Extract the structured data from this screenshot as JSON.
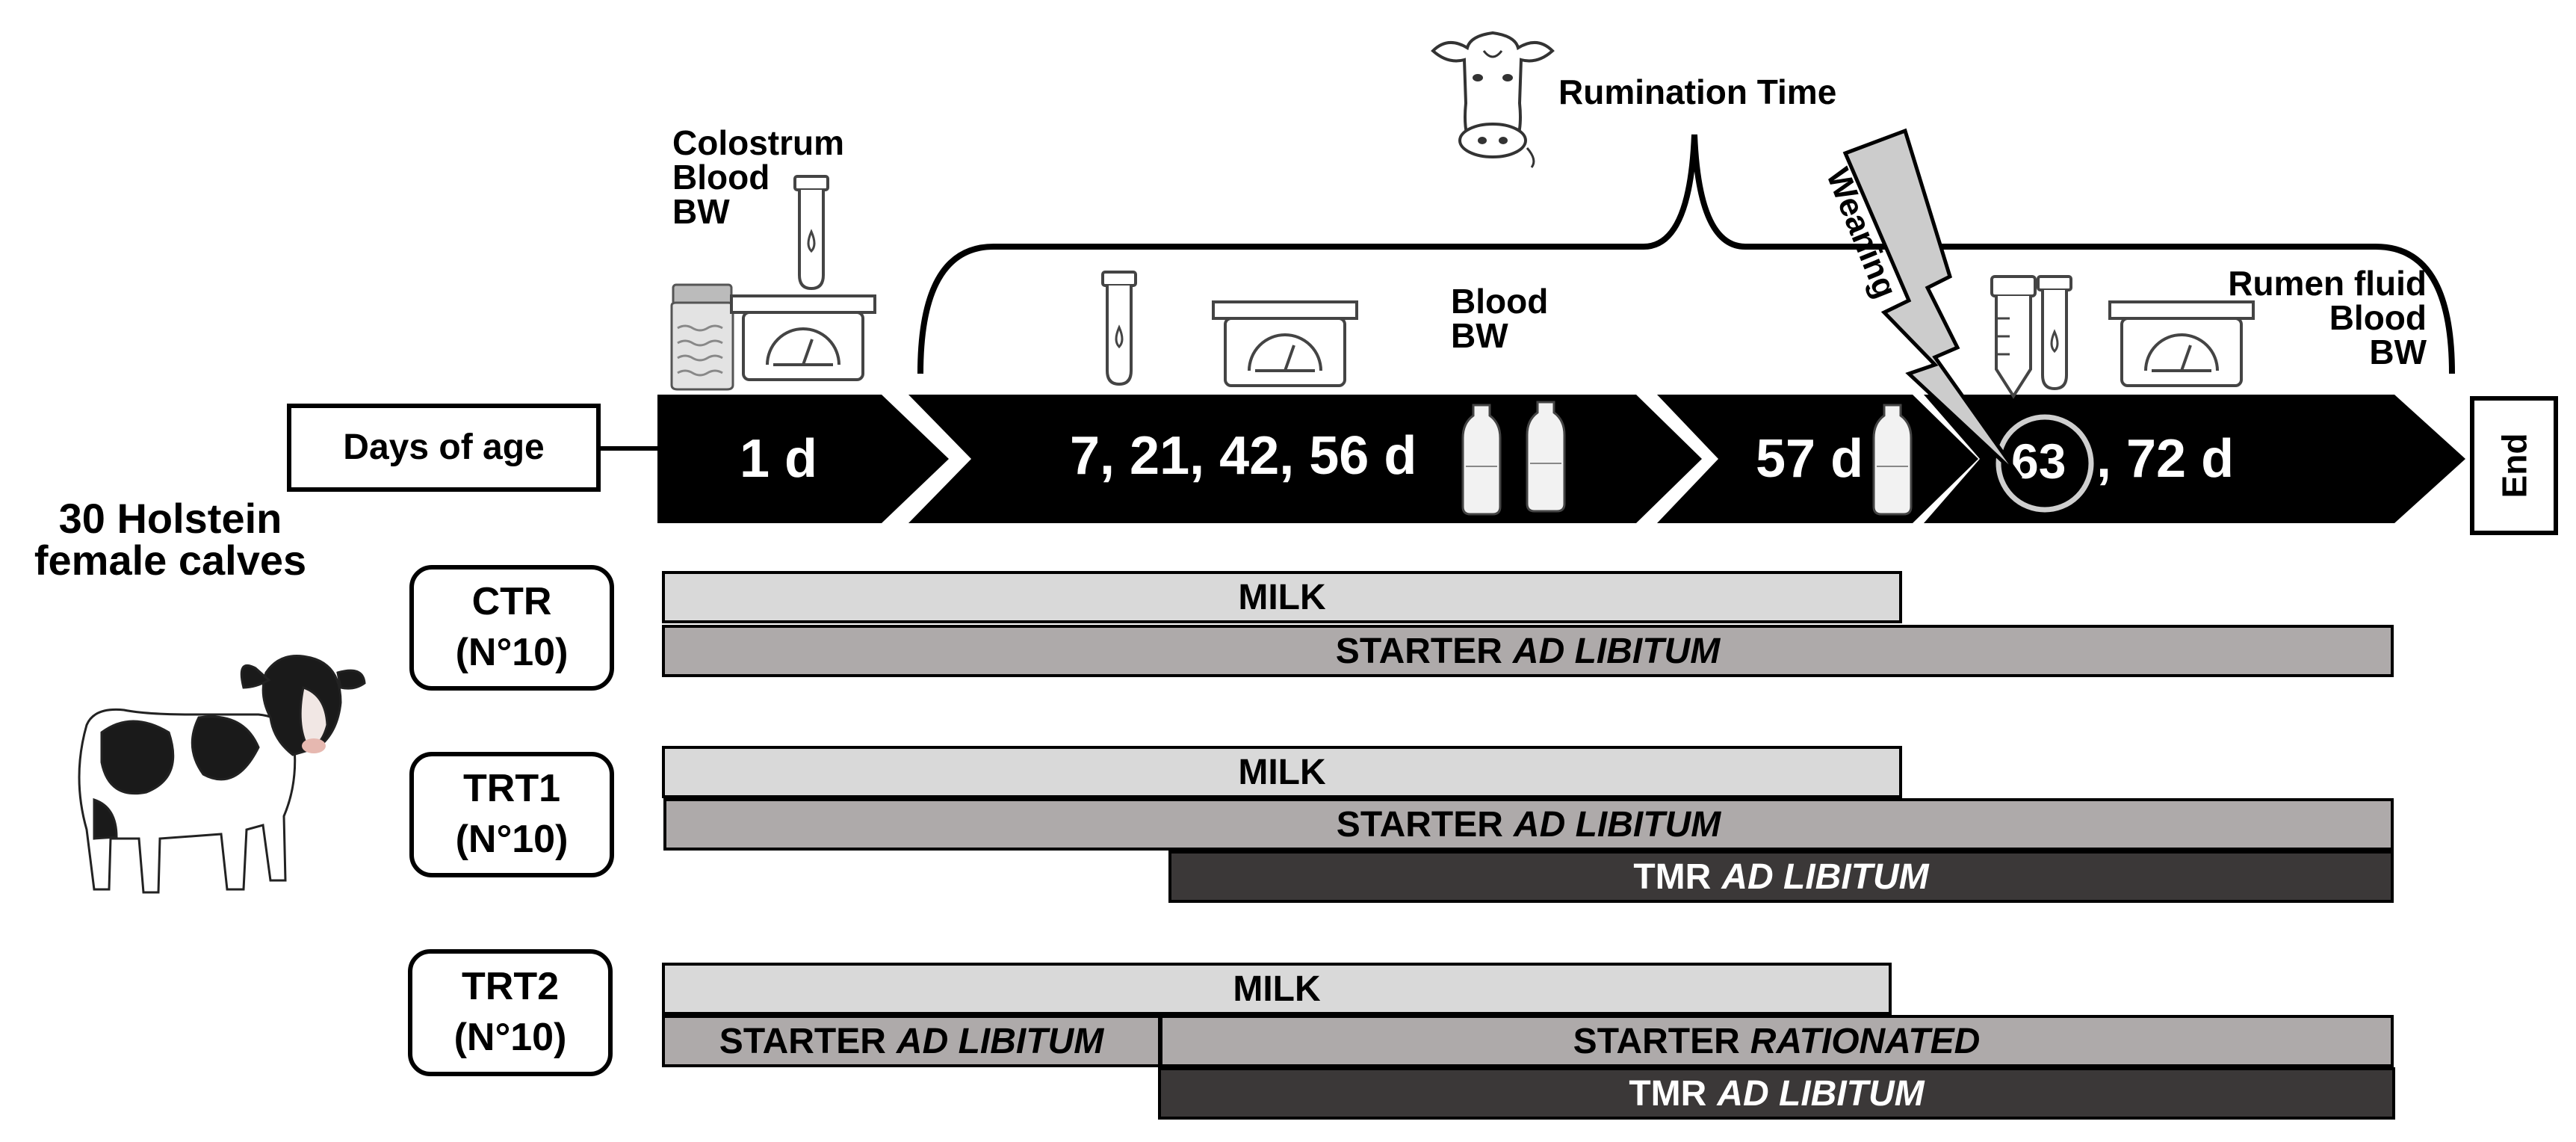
{
  "timeline": {
    "axis_label": "Days of age",
    "end_label": "End",
    "segments": [
      {
        "label": "1 d"
      },
      {
        "label": "7, 21, 42, 56 d"
      },
      {
        "label": "57 d"
      },
      {
        "label_circled": "63",
        "label_rest": ", 72 d"
      }
    ]
  },
  "annotations": {
    "day1": [
      "Colostrum",
      "Blood",
      "BW"
    ],
    "mid": [
      "Blood",
      "BW"
    ],
    "end": [
      "Rumen fluid",
      "Blood",
      "BW"
    ],
    "rumination": "Rumination Time",
    "weaning": "Weaning"
  },
  "subjects": {
    "line1": "30 Holstein",
    "line2": "female calves"
  },
  "groups": [
    {
      "name": "CTR",
      "n": "(N°10)",
      "bars": [
        {
          "type": "MILK"
        },
        {
          "type": "STARTER",
          "qual": "AD LIBITUM"
        }
      ]
    },
    {
      "name": "TRT1",
      "n": "(N°10)",
      "bars": [
        {
          "type": "MILK"
        },
        {
          "type": "STARTER",
          "qual": "AD LIBITUM"
        },
        {
          "type": "TMR",
          "qual": "AD LIBITUM"
        }
      ]
    },
    {
      "name": "TRT2",
      "n": "(N°10)",
      "bars": [
        {
          "type": "MILK"
        },
        {
          "type": "STARTER",
          "qual": "AD LIBITUM"
        },
        {
          "type": "STARTER",
          "qual": "RATIONATED"
        },
        {
          "type": "TMR",
          "qual": "AD LIBITUM"
        }
      ]
    }
  ],
  "colors": {
    "milk": "#d9d9d9",
    "starter": "#aeaaaa",
    "tmr": "#3b3838",
    "timeline": "#000000"
  },
  "icons": [
    "milk-jar-icon",
    "test-tube-icon",
    "scale-icon",
    "milk-bottle-icon",
    "cow-head-icon",
    "calf-icon",
    "lightning-bolt-icon"
  ]
}
